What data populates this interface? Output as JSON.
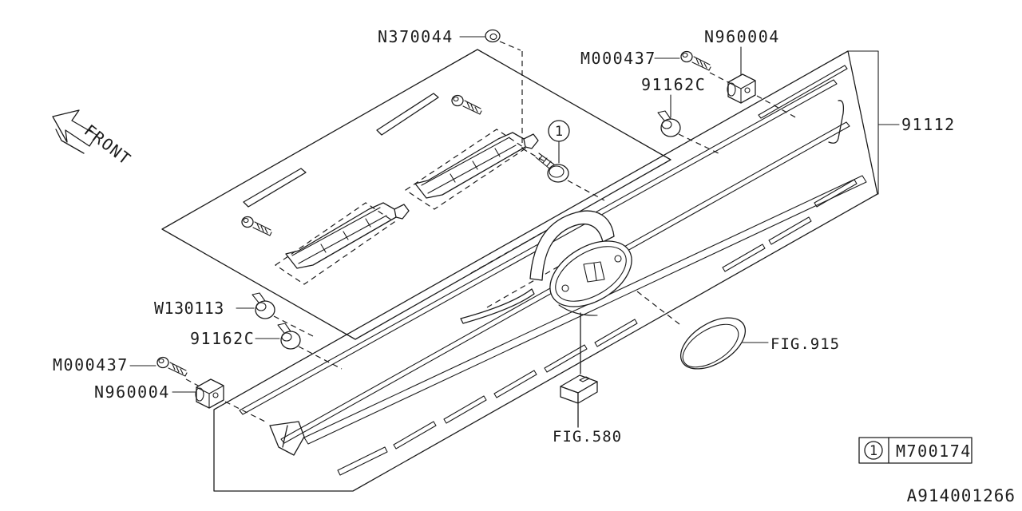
{
  "diagram": {
    "front_indicator": "FRONT",
    "part_labels": {
      "n370044": "N370044",
      "m000437_upper": "M000437",
      "n960004_upper": "N960004",
      "clip_91162c_upper": "91162C",
      "grille_91112": "91112",
      "w130113": "W130113",
      "clip_91162c_lower": "91162C",
      "m000437_lower": "M000437",
      "n960004_lower": "N960004"
    },
    "figure_refs": {
      "fig_915": "FIG.915",
      "fig_580": "FIG.580"
    },
    "callout_marker": "1",
    "legend": {
      "marker": "1",
      "part_number": "M700174"
    },
    "drawing_id": "A914001266",
    "colors": {
      "line": "#1c1c1c",
      "background": "#ffffff"
    }
  }
}
